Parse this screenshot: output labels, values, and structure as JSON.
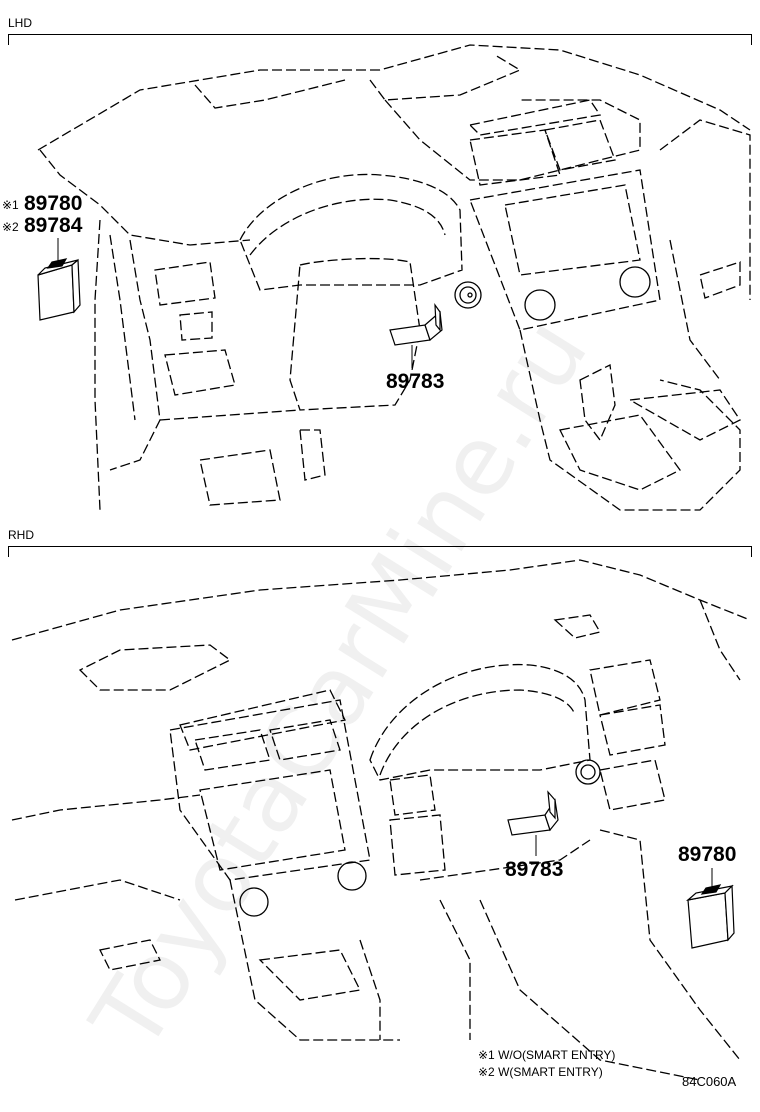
{
  "sections": {
    "lhd": {
      "label": "LHD"
    },
    "rhd": {
      "label": "RHD"
    }
  },
  "callouts": {
    "lhd_mark1": "※1",
    "lhd_part1": "89780",
    "lhd_mark2": "※2",
    "lhd_part2": "89784",
    "lhd_sensor": "89783",
    "rhd_sensor": "89783",
    "rhd_module": "89780"
  },
  "notes": [
    "※1 W/O(SMART ENTRY)",
    "※2 W(SMART ENTRY)"
  ],
  "diagram_code": "84C060A",
  "watermark": "ToyotaCarMine.ru"
}
